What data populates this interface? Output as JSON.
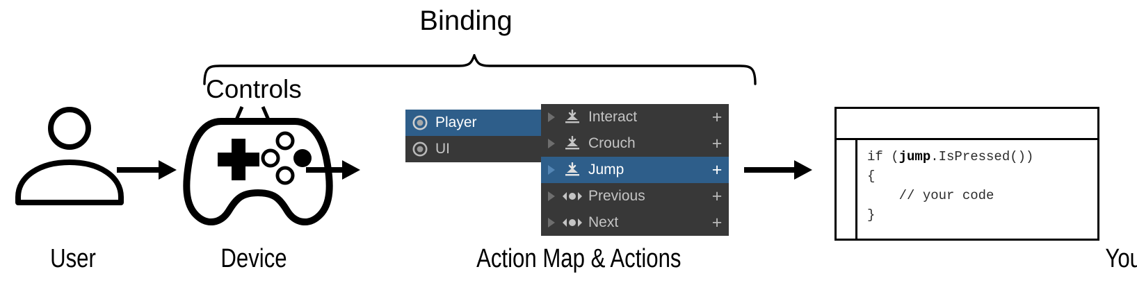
{
  "diagram": {
    "title_brace_label": "Binding",
    "controls_label": "Controls",
    "captions": {
      "user": "User",
      "device": "Device",
      "action_map": "Action Map & Actions",
      "code": "Your Action Code"
    }
  },
  "action_map_panel": {
    "rows": [
      {
        "label": "Player",
        "icon": "action-map-icon",
        "selected": true
      },
      {
        "label": "UI",
        "icon": "action-map-icon",
        "selected": false
      }
    ]
  },
  "actions_panel": {
    "add_button_label": "+",
    "rows": [
      {
        "label": "Interact",
        "icon": "button-action-icon",
        "selected": false,
        "plus": "+"
      },
      {
        "label": "Crouch",
        "icon": "button-action-icon",
        "selected": false,
        "plus": "+"
      },
      {
        "label": "Jump",
        "icon": "button-action-icon",
        "selected": true,
        "plus": "+"
      },
      {
        "label": "Previous",
        "icon": "axis-action-icon",
        "selected": false,
        "plus": "+"
      },
      {
        "label": "Next",
        "icon": "axis-action-icon",
        "selected": false,
        "plus": "+"
      }
    ]
  },
  "code_window": {
    "lines": [
      "if (jump.IsPressed())",
      "{",
      "    // your code",
      "}"
    ],
    "bold_token": "jump"
  },
  "colors": {
    "panel_background": "#383838",
    "selection_blue": "#2e5e8a",
    "panel_text": "#c4c4c4",
    "selected_text": "#ffffff",
    "fold_arrow": "#6e6e6e",
    "icon_gray": "#c4c4c4",
    "stroke_black": "#000000",
    "page_background": "#ffffff"
  }
}
